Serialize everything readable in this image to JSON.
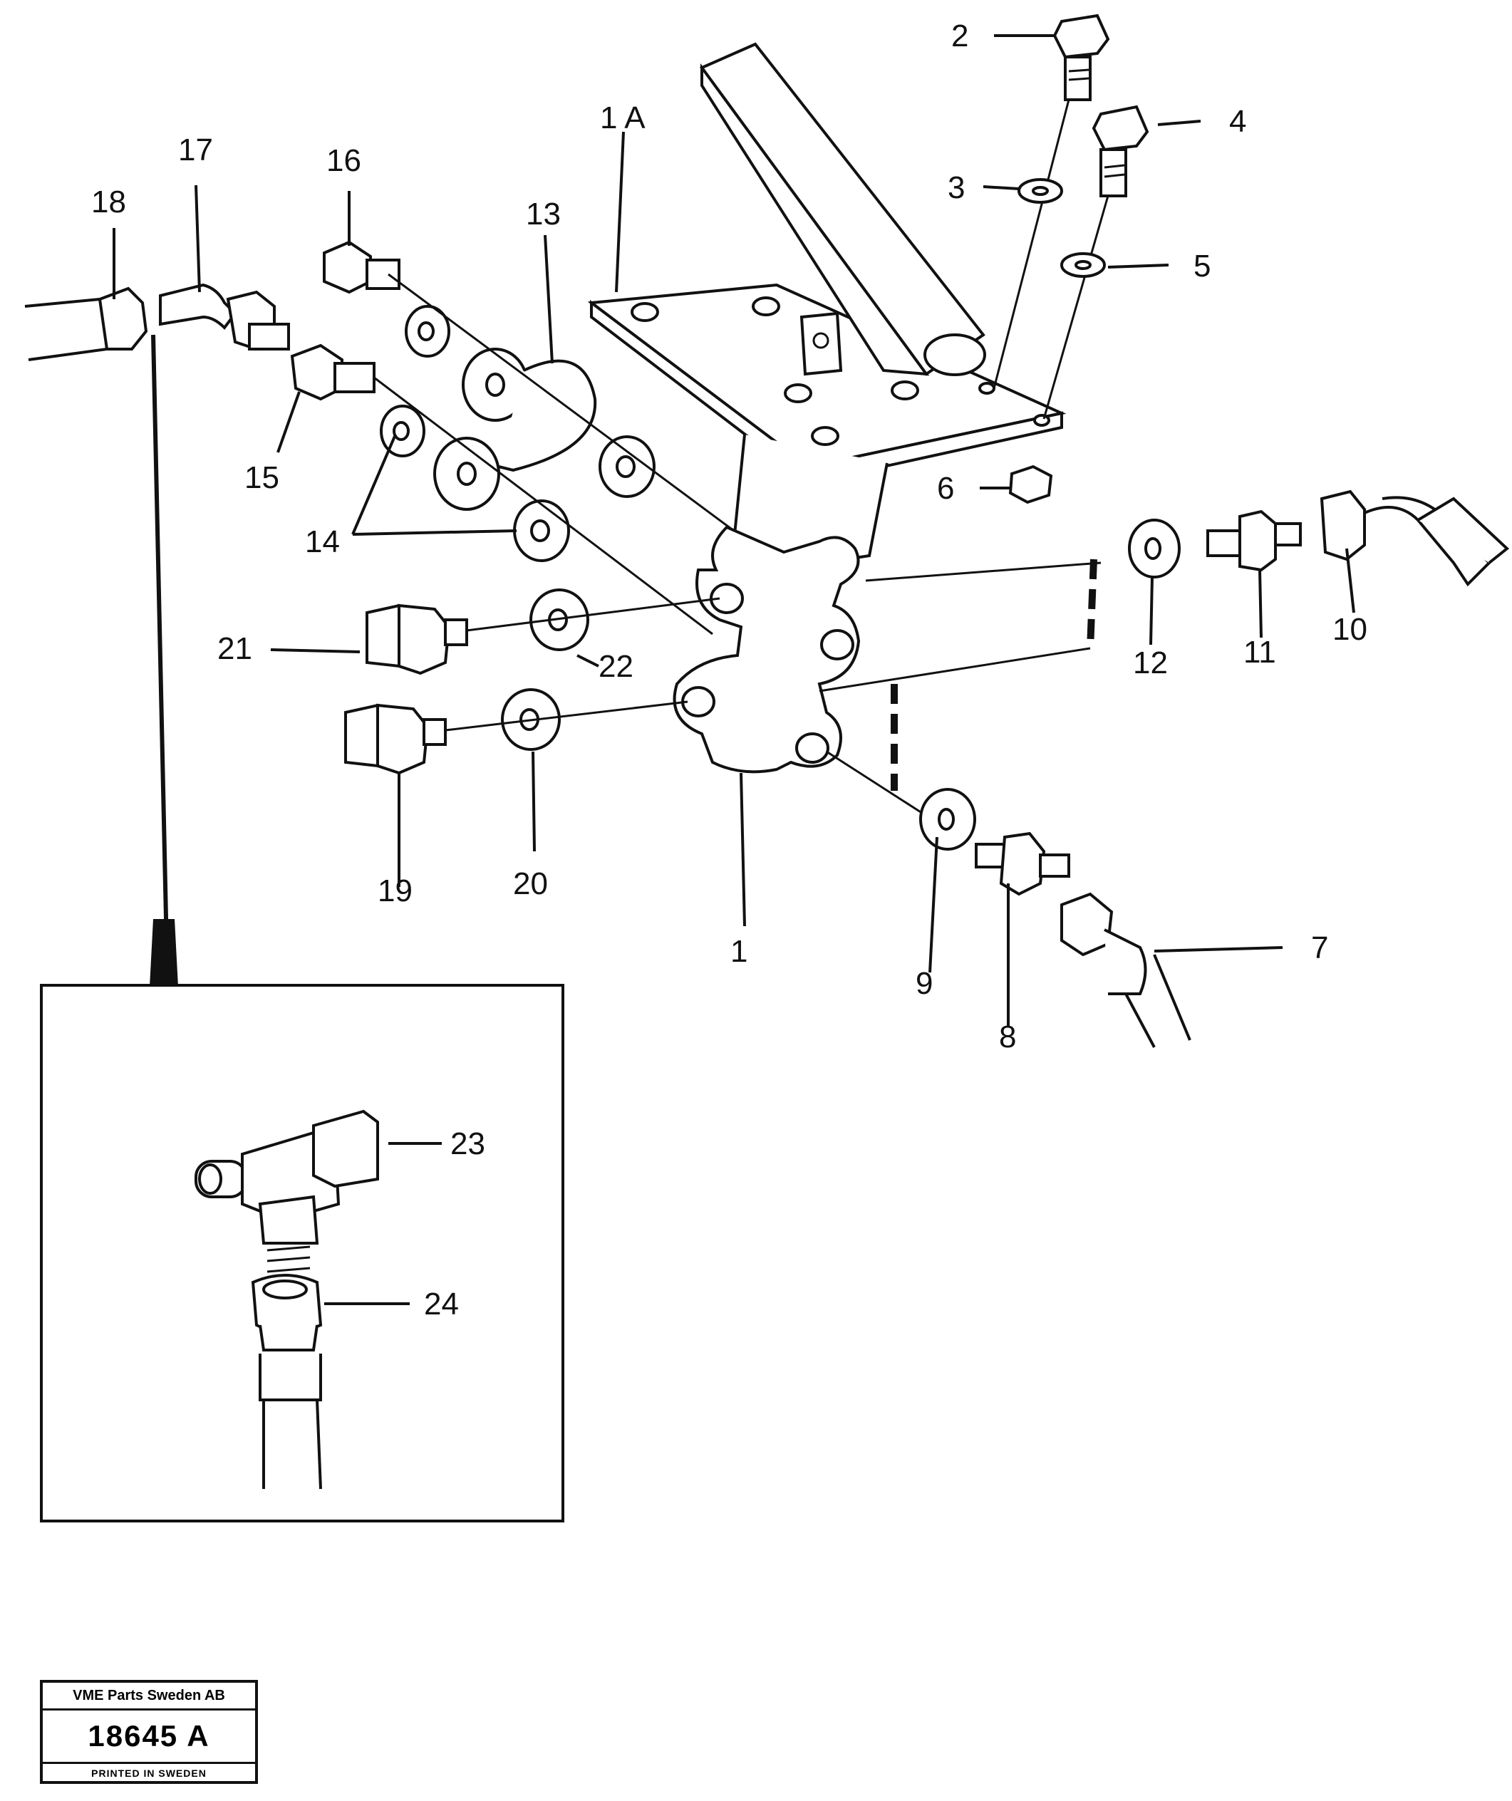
{
  "callouts": [
    {
      "id": "1A",
      "text": "1 A"
    },
    {
      "id": "1",
      "text": "1"
    },
    {
      "id": "2",
      "text": "2"
    },
    {
      "id": "3",
      "text": "3"
    },
    {
      "id": "4",
      "text": "4"
    },
    {
      "id": "5",
      "text": "5"
    },
    {
      "id": "6",
      "text": "6"
    },
    {
      "id": "7",
      "text": "7"
    },
    {
      "id": "8",
      "text": "8"
    },
    {
      "id": "9",
      "text": "9"
    },
    {
      "id": "10",
      "text": "10"
    },
    {
      "id": "11",
      "text": "11"
    },
    {
      "id": "12",
      "text": "12"
    },
    {
      "id": "13",
      "text": "13"
    },
    {
      "id": "14",
      "text": "14"
    },
    {
      "id": "15",
      "text": "15"
    },
    {
      "id": "16",
      "text": "16"
    },
    {
      "id": "17",
      "text": "17"
    },
    {
      "id": "18",
      "text": "18"
    },
    {
      "id": "19",
      "text": "19"
    },
    {
      "id": "20",
      "text": "20"
    },
    {
      "id": "21",
      "text": "21"
    },
    {
      "id": "22",
      "text": "22"
    },
    {
      "id": "23",
      "text": "23"
    },
    {
      "id": "24",
      "text": "24"
    }
  ],
  "stamp": {
    "company": "VME Parts Sweden AB",
    "code": "18645 A",
    "printed": "PRINTED IN SWEDEN"
  }
}
